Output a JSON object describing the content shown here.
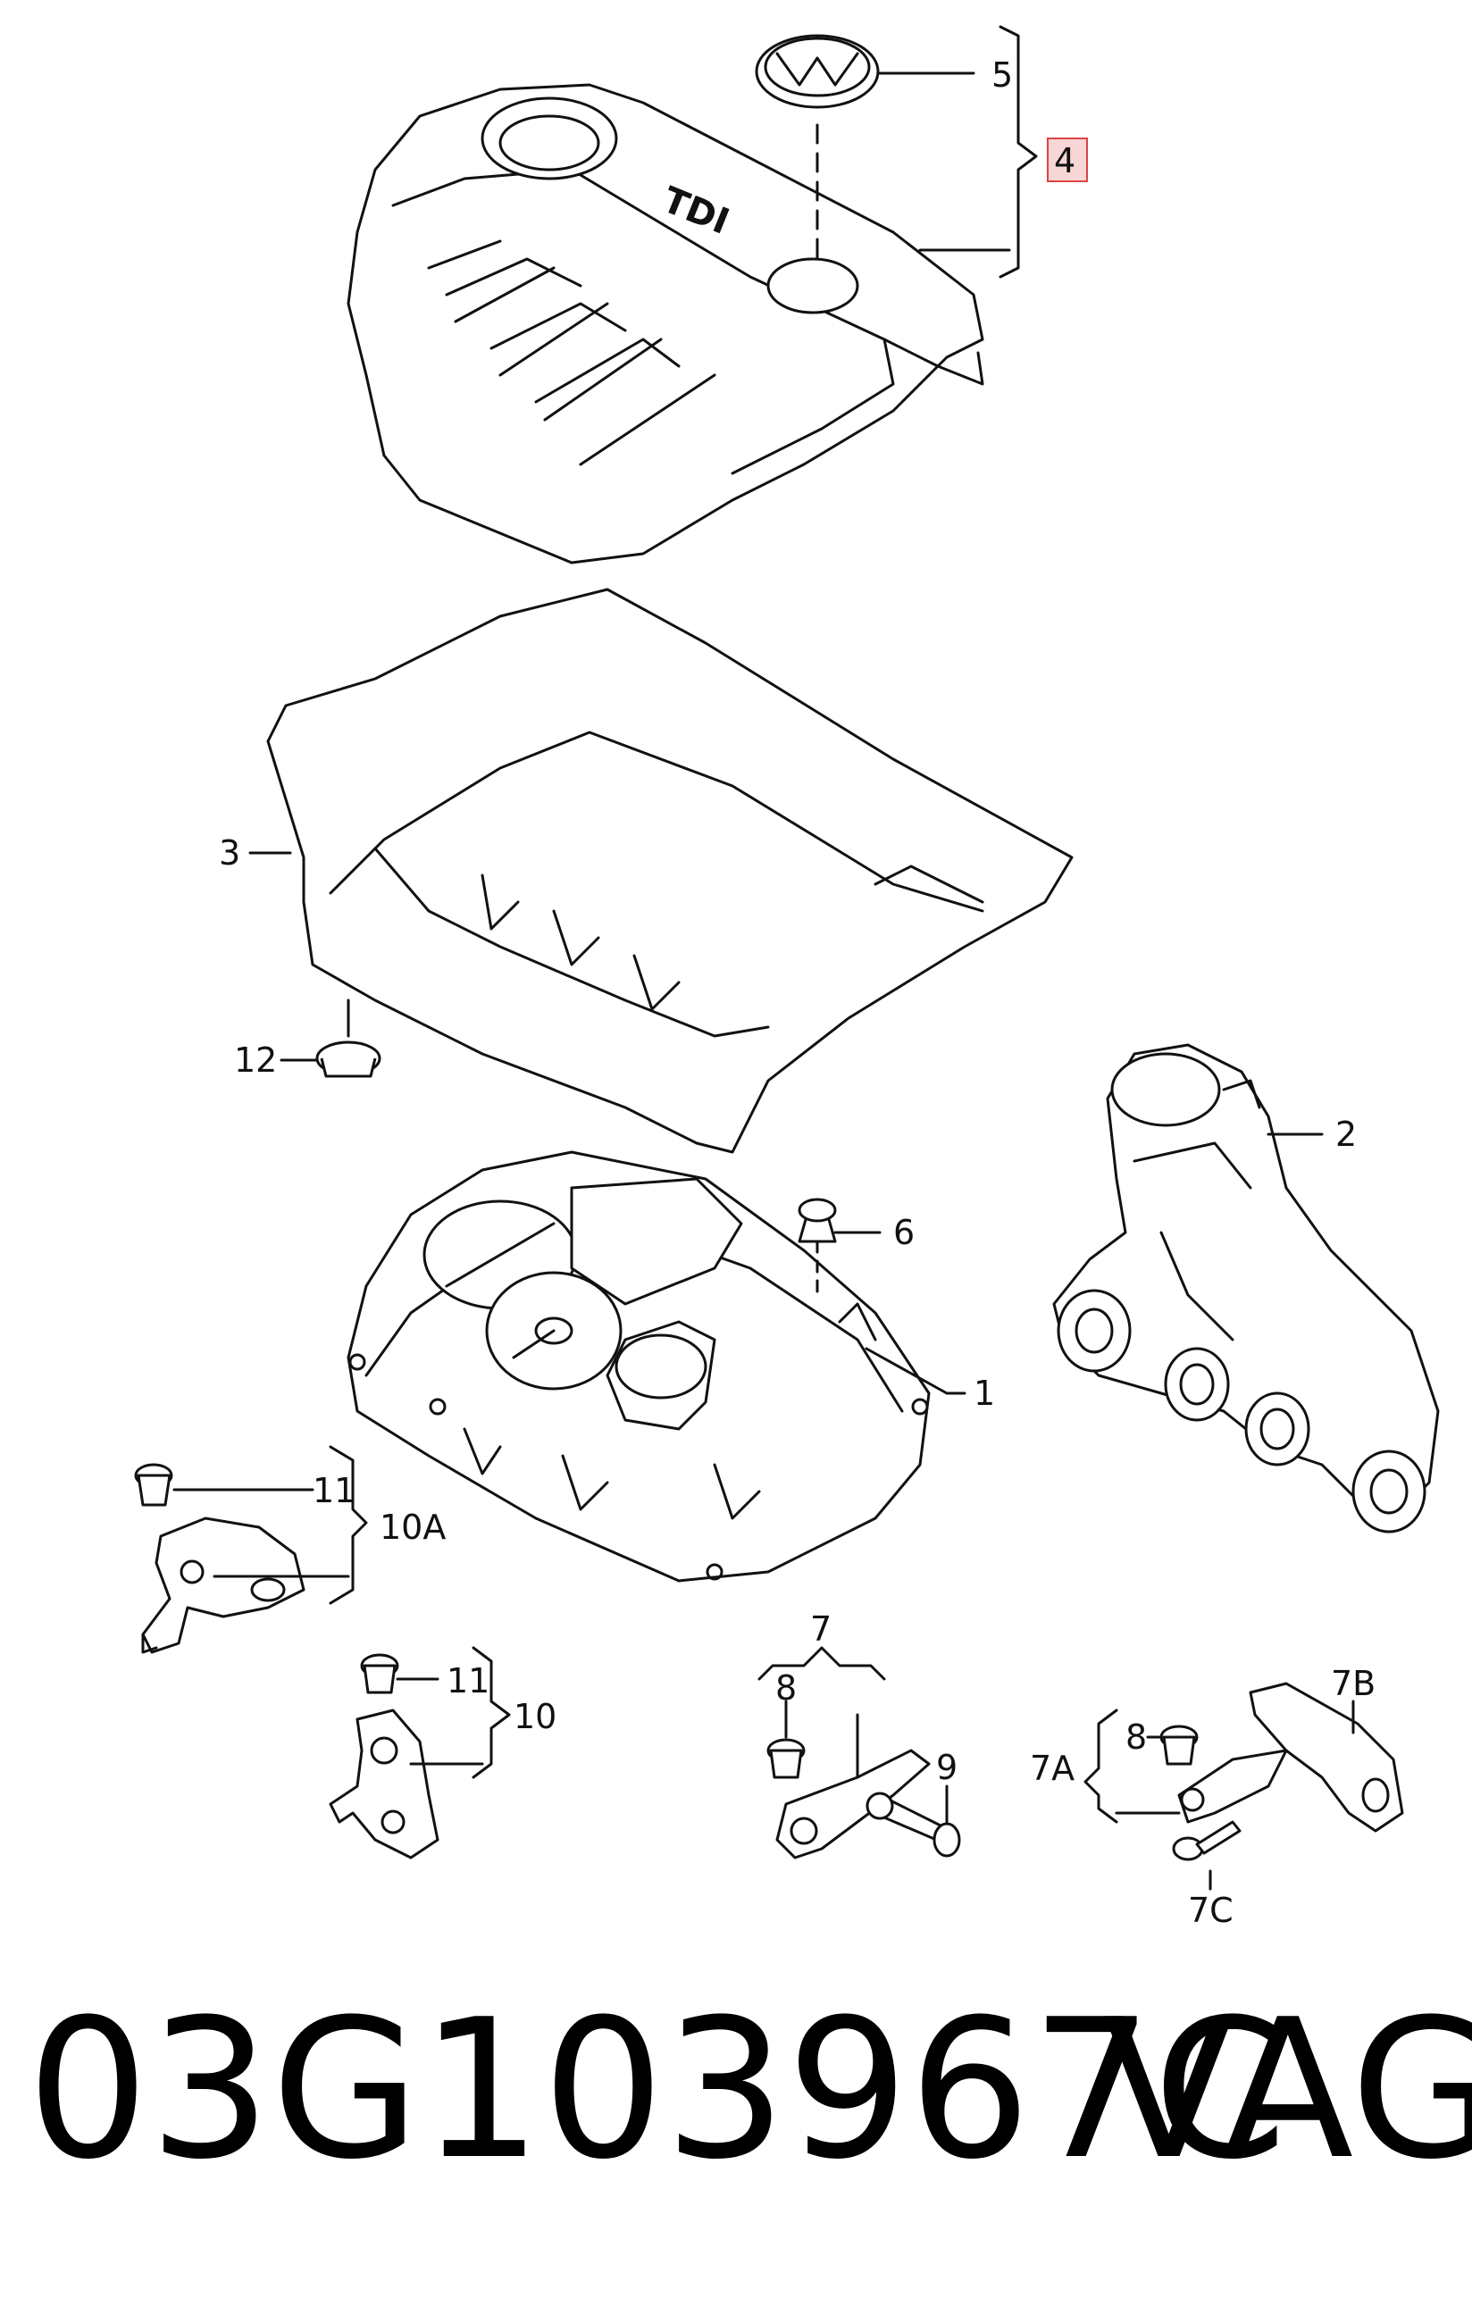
{
  "callouts": {
    "c1": "1",
    "c2": "2",
    "c3": "3",
    "c4": "4",
    "c5": "5",
    "c6": "6",
    "c7": "7",
    "c7a": "7A",
    "c7b": "7B",
    "c7c": "7C",
    "c8a": "8",
    "c8b": "8",
    "c9": "9",
    "c10": "10",
    "c10a": "10A",
    "c11a": "11",
    "c11b": "11",
    "c12": "12"
  },
  "logo_text": "TDI",
  "footer": {
    "part_number": "03G103967C",
    "brand": "VAG"
  },
  "colors": {
    "line": "#111111",
    "highlight_fill": "#f8d6d6",
    "highlight_stroke": "#dd4444"
  }
}
